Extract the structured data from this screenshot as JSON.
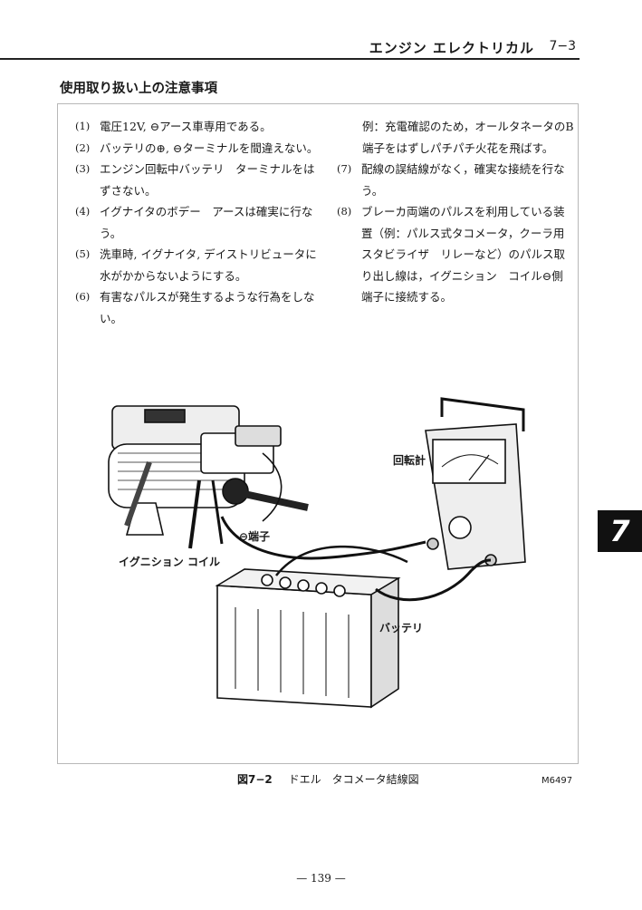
{
  "header": {
    "title": "エンジン エレクトリカル",
    "section": "7−3"
  },
  "section_heading": "使用取り扱い上の注意事項",
  "left_items": [
    {
      "num": "(1)",
      "text": "電圧12V, ⊖アース車専用である。"
    },
    {
      "num": "(2)",
      "text": "バッテリの⊕, ⊖ターミナルを間違えない。"
    },
    {
      "num": "(3)",
      "text": "エンジン回転中バッテリ　ターミナルをはずさない。"
    },
    {
      "num": "(4)",
      "text": "イグナイタのボデー　アースは確実に行なう。"
    },
    {
      "num": "(5)",
      "text": "洗車時, イグナイタ, デイストリビュータに水がかからないようにする。"
    },
    {
      "num": "(6)",
      "text": "有害なパルスが発生するような行為をしない。"
    }
  ],
  "right_example": "例：充電確認のため，オールタネータのB端子をはずしパチパチ火花を飛ばす。",
  "right_items": [
    {
      "num": "(7)",
      "text": "配線の誤結線がなく，確実な接続を行なう。"
    },
    {
      "num": "(8)",
      "text": "ブレーカ両端のパルスを利用している装置（例：パルス式タコメータ，クーラ用スタビライザ　リレーなど）のパルス取り出し線は，イグニション　コイル⊖側端子に接続する。"
    }
  ],
  "figure": {
    "labels": {
      "tachometer": "回転計",
      "negative_terminal": "⊖端子",
      "ignition_coil": "イグニション コイル",
      "battery": "バッテリ"
    },
    "caption_num": "図7−2",
    "caption_text": "ドエル　タコメータ結線図",
    "code": "M6497"
  },
  "chapter_tab": "7",
  "page_number": "— 139 —"
}
